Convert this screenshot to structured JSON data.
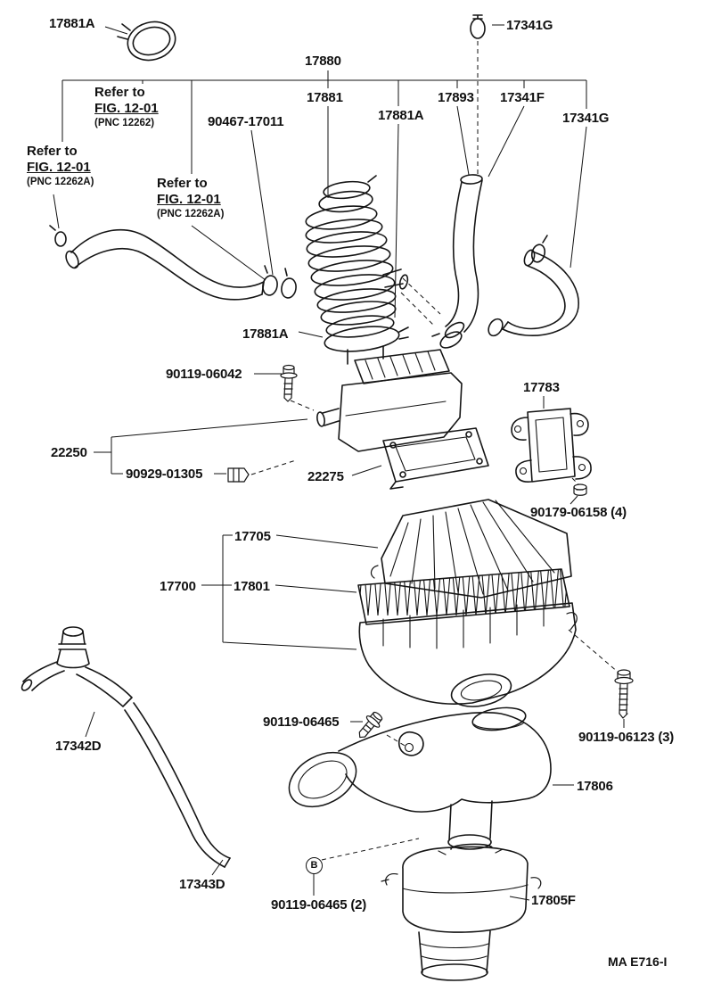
{
  "diagram": {
    "footer": "MA E716-I",
    "callout_b": "B",
    "notes": {
      "note1": {
        "l1": "Refer to",
        "l2": "FIG. 12-01",
        "l3": "(PNC 12262)"
      },
      "note2": {
        "l1": "Refer to",
        "l2": "FIG. 12-01",
        "l3": "(PNC 12262A)"
      },
      "note3": {
        "l1": "Refer to",
        "l2": "FIG. 12-01",
        "l3": "(PNC 12262A)"
      }
    },
    "labels": {
      "p17881a_top": "17881A",
      "p17341g_top": "17341G",
      "p17880": "17880",
      "p17881": "17881",
      "p17893": "17893",
      "p17341f": "17341F",
      "p17881a_mid": "17881A",
      "p17341g_right": "17341G",
      "p90467_17011": "90467-17011",
      "p17881a_hose": "17881A",
      "p90119_06042": "90119-06042",
      "p17783": "17783",
      "p22250": "22250",
      "p90929_01305": "90929-01305",
      "p22275": "22275",
      "p90179_06158": "90179-06158 (4)",
      "p17705": "17705",
      "p17700": "17700",
      "p17801": "17801",
      "p17342d": "17342D",
      "p90119_06465": "90119-06465",
      "p90119_06123": "90119-06123 (3)",
      "p17806": "17806",
      "p17343d": "17343D",
      "p90119_06465_2": "90119-06465 (2)",
      "p17805f": "17805F"
    }
  }
}
